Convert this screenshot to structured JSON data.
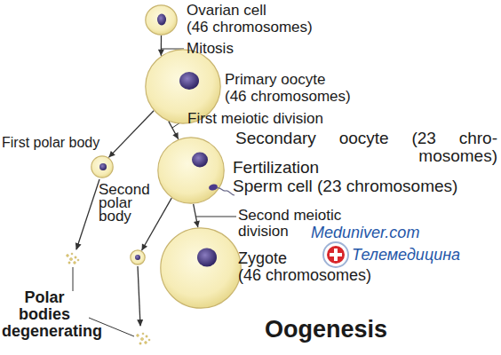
{
  "diagram": {
    "title": "Oogenesis",
    "nodes": [
      {
        "text": [
          "Ovarian cell",
          "(46 chromosomes)"
        ]
      },
      {
        "text": [
          "Primary oocyte",
          "(46 chromosomes)"
        ]
      },
      {
        "text": [
          "First polar body"
        ]
      },
      {
        "text": [
          "Secondary oocyte (23 chro- mosomes)"
        ]
      },
      {
        "text": [
          "Sperm cell (23 chromosomes)"
        ]
      },
      {
        "text": [
          "Second polar body"
        ]
      },
      {
        "text": [
          "Zygote",
          "(46 chromosomes)"
        ]
      }
    ],
    "edges": [
      {
        "from": 0,
        "to": 1,
        "arrow": "to",
        "label": "Mitosis"
      },
      {
        "from": 1,
        "to": 2,
        "arrow": "to"
      },
      {
        "from": 1,
        "to": 3,
        "arrow": "to",
        "label": "First meiotic division"
      },
      {
        "from": 3,
        "to": 5,
        "arrow": "to"
      },
      {
        "from": 3,
        "to": 6,
        "arrow": "to",
        "label": "Second meiotic division"
      }
    ],
    "labels": [
      "Fertilization",
      "Polar bodies degenerating",
      "Meduniver.com",
      "Телемедицина"
    ]
  }
}
